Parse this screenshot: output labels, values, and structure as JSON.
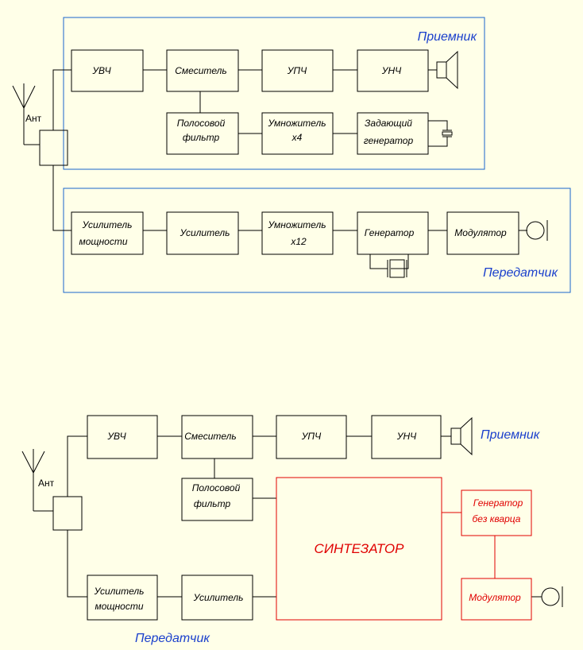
{
  "top": {
    "receiver_title": "Приемник",
    "transmitter_title": "Передатчик",
    "antenna_label": "Ант",
    "blocks": {
      "uvch": "УВЧ",
      "mixer": "Смеситель",
      "upch": "УПЧ",
      "unch": "УНЧ",
      "bandpass_1": "Полосовой",
      "bandpass_2": "фильтр",
      "mult4_1": "Умножитель",
      "mult4_2": "x4",
      "master_osc_1": "Задающий",
      "master_osc_2": "генератор",
      "power_amp_1": "Усилитель",
      "power_amp_2": "мощности",
      "amp": "Усилитель",
      "mult12_1": "Умножитель",
      "mult12_2": "x12",
      "generator": "Генератор",
      "modulator": "Модулятор"
    }
  },
  "bottom": {
    "receiver_title": "Приемник",
    "transmitter_title": "Передатчик",
    "antenna_label": "Ант",
    "blocks": {
      "uvch": "УВЧ",
      "mixer": "Смеситель",
      "upch": "УПЧ",
      "unch": "УНЧ",
      "bandpass_1": "Полосовой",
      "bandpass_2": "фильтр",
      "synth": "СИНТЕЗАТОР",
      "gen_nq_1": "Генератор",
      "gen_nq_2": "без кварца",
      "modulator": "Модулятор",
      "power_amp_1": "Усилитель",
      "power_amp_2": "мощности",
      "amp": "Усилитель"
    }
  },
  "colors": {
    "background": "#ffffe8",
    "frame": "#1a66cc",
    "section_title": "#1a3fcc",
    "synth": "#e00000"
  }
}
